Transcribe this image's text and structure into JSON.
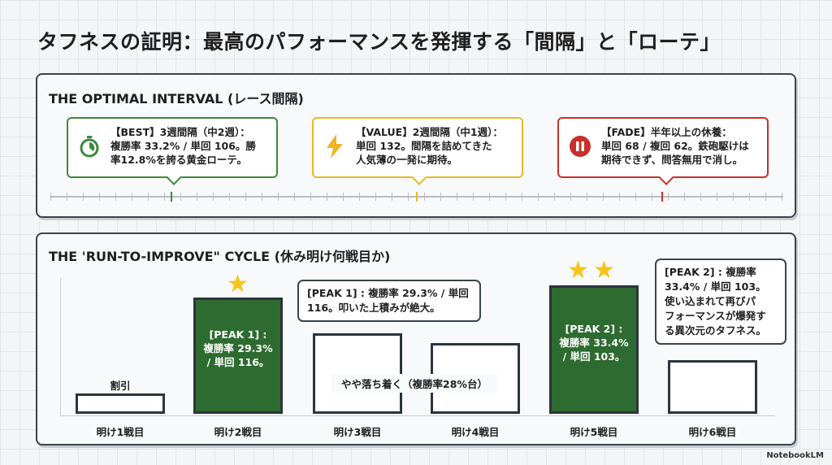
{
  "title": "タフネスの証明：最高のパフォーマンスを発揮する「間隔」と「ローテ」",
  "interval": {
    "heading": "THE OPTIMAL INTERVAL (レース間隔)",
    "items": [
      {
        "icon": "stopwatch-icon",
        "color": "#3b8a3b",
        "line1": "【BEST】3週間隔（中2週）：",
        "line2": "複勝率 33.2% / 単回 106。勝",
        "line3": "率12.8%を誇る黄金ローテ。"
      },
      {
        "icon": "lightning-icon",
        "color": "#e8b923",
        "line1": "【VALUE】2週間隔（中1週）：",
        "line2": "単回 132。間隔を詰めてきた",
        "line3": "人気薄の一発に期待。"
      },
      {
        "icon": "pause-icon",
        "color": "#c8302c",
        "line1": "【FADE】半年以上の休養：",
        "line2": "単回 68 / 複回 62。鉄砲駆けは",
        "line3": "期待できず、問答無用で消し。"
      }
    ]
  },
  "cycle": {
    "heading": "THE 'RUN-TO-IMPROVE\" CYCLE (休み明け何戦目か)",
    "bars": [
      {
        "label": "明け1戦目",
        "note": "割引"
      },
      {
        "label": "明け2戦目",
        "inner": [
          "[PEAK 1] :",
          "複勝率 29.3%",
          "/ 単回 116。"
        ],
        "stars": 1
      },
      {
        "label": "明け3戦目"
      },
      {
        "label": "明け4戦目"
      },
      {
        "label": "明け5戦目",
        "inner": [
          "[PEAK 2] :",
          "複勝率 33.4%",
          "/ 単回 103。"
        ],
        "stars": 2
      },
      {
        "label": "明け6戦目"
      }
    ],
    "middle_note": "やや落ち着く（複勝率28%台）",
    "peak1_bubble": [
      "[PEAK 1] : 複勝率 29.3% / 単回",
      "116。叩いた上積みが絶大。"
    ],
    "peak2_bubble": [
      "[PEAK 2] : 複勝率",
      "33.4% / 単回 103。",
      "使い込まれて再びパ",
      "フォーマンスが爆発す",
      "る異次元のタフネス。"
    ]
  },
  "watermark": "NotebookLM"
}
